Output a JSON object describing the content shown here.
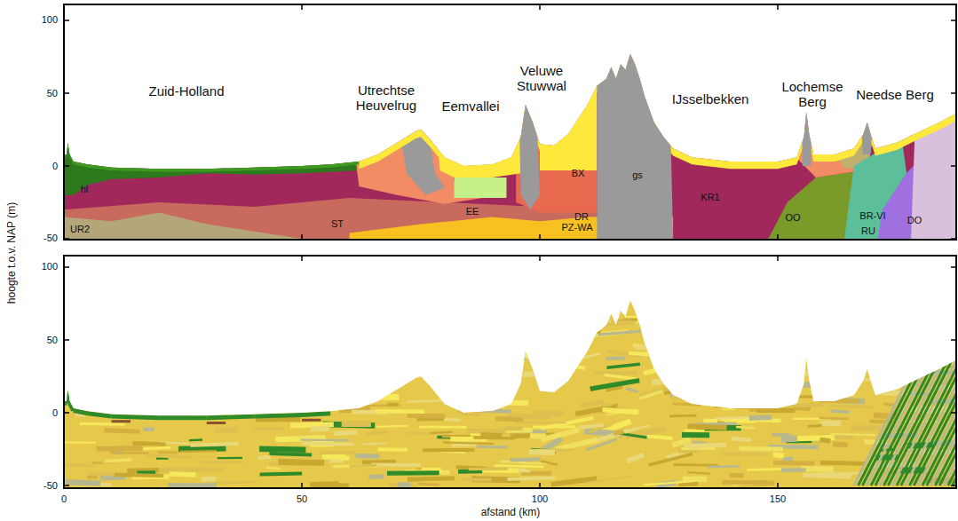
{
  "diagram": {
    "labels": [
      "Zuid-Holland",
      "Utrechtse Heuvelrug",
      "Eemvallei",
      "Veluwe Stuwwal",
      "IJsselbekken",
      "Lochemse Berg",
      "Needse Berg",
      "hl",
      "UR2",
      "ST",
      "EE",
      "BX",
      "DR",
      "gs",
      "PZ-WA",
      "KR1",
      "OO",
      "BR-VI",
      "RU",
      "DO",
      "100",
      "50",
      "0",
      "-50",
      "100",
      "50",
      "0",
      "-50",
      "0",
      "50",
      "100",
      "150",
      "hoogte t.o.v. NAP (m)",
      "afstand (km)"
    ]
  }
}
